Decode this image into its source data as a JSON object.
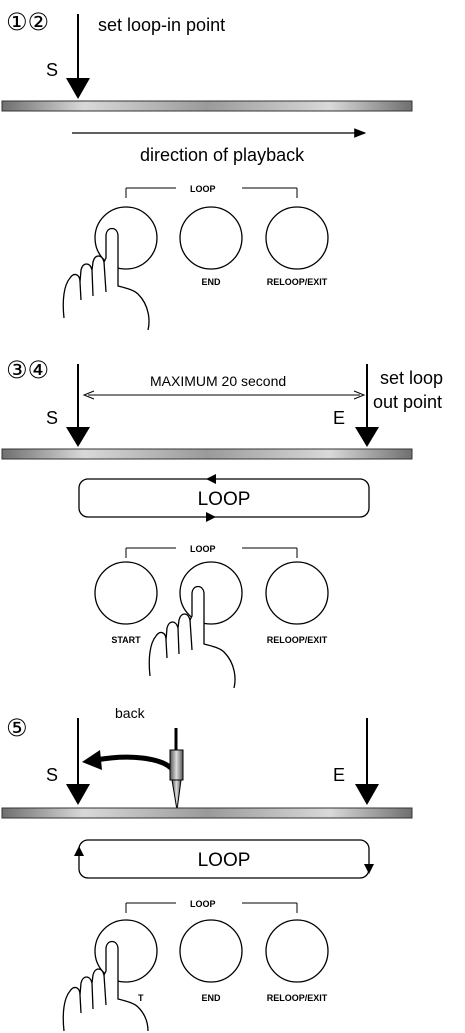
{
  "panel1": {
    "steps": "①②",
    "instruction": "set loop-in point",
    "start_marker": "S",
    "direction_label": "direction of playback",
    "button_group_label": "LOOP",
    "buttons": [
      "",
      "END",
      "RELOOP/EXIT"
    ]
  },
  "panel2": {
    "steps": "③④",
    "span_label": "MAXIMUM 20 second",
    "instruction_line1": "set loop",
    "instruction_line2": "out point",
    "start_marker": "S",
    "end_marker": "E",
    "loop_label": "LOOP",
    "button_group_label": "LOOP",
    "buttons": [
      "START",
      "",
      "RELOOP/EXIT"
    ]
  },
  "panel3": {
    "steps": "⑤",
    "back_label": "back",
    "start_marker": "S",
    "end_marker": "E",
    "loop_label": "LOOP",
    "button_group_label": "LOOP",
    "buttons": [
      "",
      "END",
      "RELOOP/EXIT"
    ],
    "partial_start_label": "T"
  }
}
